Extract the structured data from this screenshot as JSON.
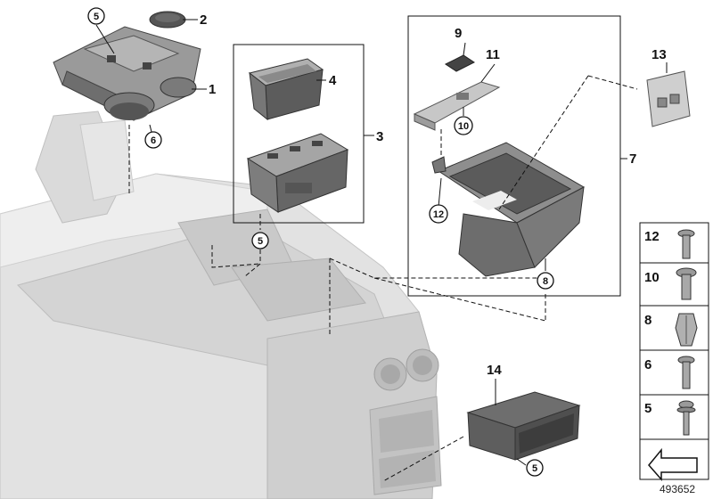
{
  "diagram": {
    "callouts": {
      "c1": "1",
      "c2": "2",
      "c3": "3",
      "c4": "4",
      "c7": "7",
      "c9": "9",
      "c11": "11",
      "c13": "13",
      "c14": "14"
    },
    "circled": {
      "k5a": "5",
      "k6": "6",
      "k5b": "5",
      "k10": "10",
      "k12": "12",
      "k8": "8",
      "k5c": "5"
    },
    "legend": {
      "r1": "12",
      "r2": "10",
      "r3": "8",
      "r4": "6",
      "r5": "5"
    },
    "doc_number": "493652"
  },
  "colors": {
    "console": "#dcdcdc",
    "console_edge": "#b9b9b9",
    "part_dark": "#555555",
    "part_mid": "#8a8a8a",
    "part_light": "#b8b8b8"
  }
}
